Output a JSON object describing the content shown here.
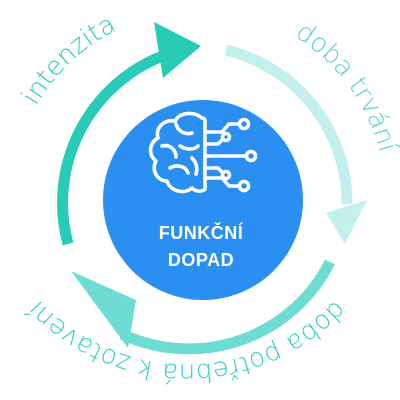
{
  "diagram": {
    "center": {
      "line1": "FUNKČNÍ",
      "line2": "DOPAD",
      "icon": "brain-circuit-icon"
    },
    "cycle": [
      {
        "label": "intenzita",
        "color": "#27cbb6"
      },
      {
        "label": "doba trvání",
        "color": "#c3efec"
      },
      {
        "label": "doba potřebná k zotavení",
        "color": "#6fdcd4"
      }
    ],
    "colors": {
      "center_fill": "#2a8ff0",
      "center_text": "#ffffff"
    }
  }
}
